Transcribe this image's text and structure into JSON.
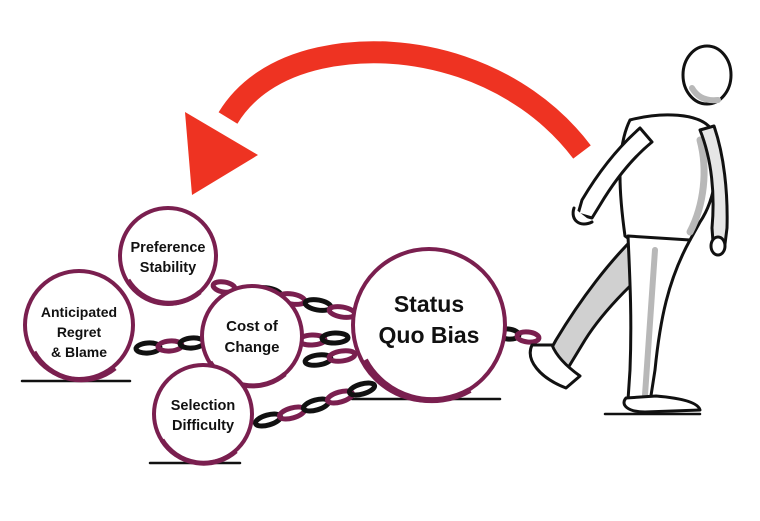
{
  "colors": {
    "arrow": "#ee3322",
    "ball_outline": "#7a1f4f",
    "ink": "#111111",
    "figure_fill": "#ffffff",
    "figure_shade": "#b8b8b8"
  },
  "balls": {
    "status_quo_bias": [
      "Status",
      "Quo Bias"
    ],
    "preference_stability": [
      "Preference",
      "Stability"
    ],
    "anticipated_regret": [
      "Anticipated",
      "Regret",
      "& Blame"
    ],
    "cost_of_change": [
      "Cost of",
      "Change"
    ],
    "selection_difficulty": [
      "Selection",
      "Difficulty"
    ]
  },
  "icons": {
    "arrow": "curved-return-arrow-icon",
    "figure": "walking-person-icon",
    "chain": "chain-icon"
  }
}
